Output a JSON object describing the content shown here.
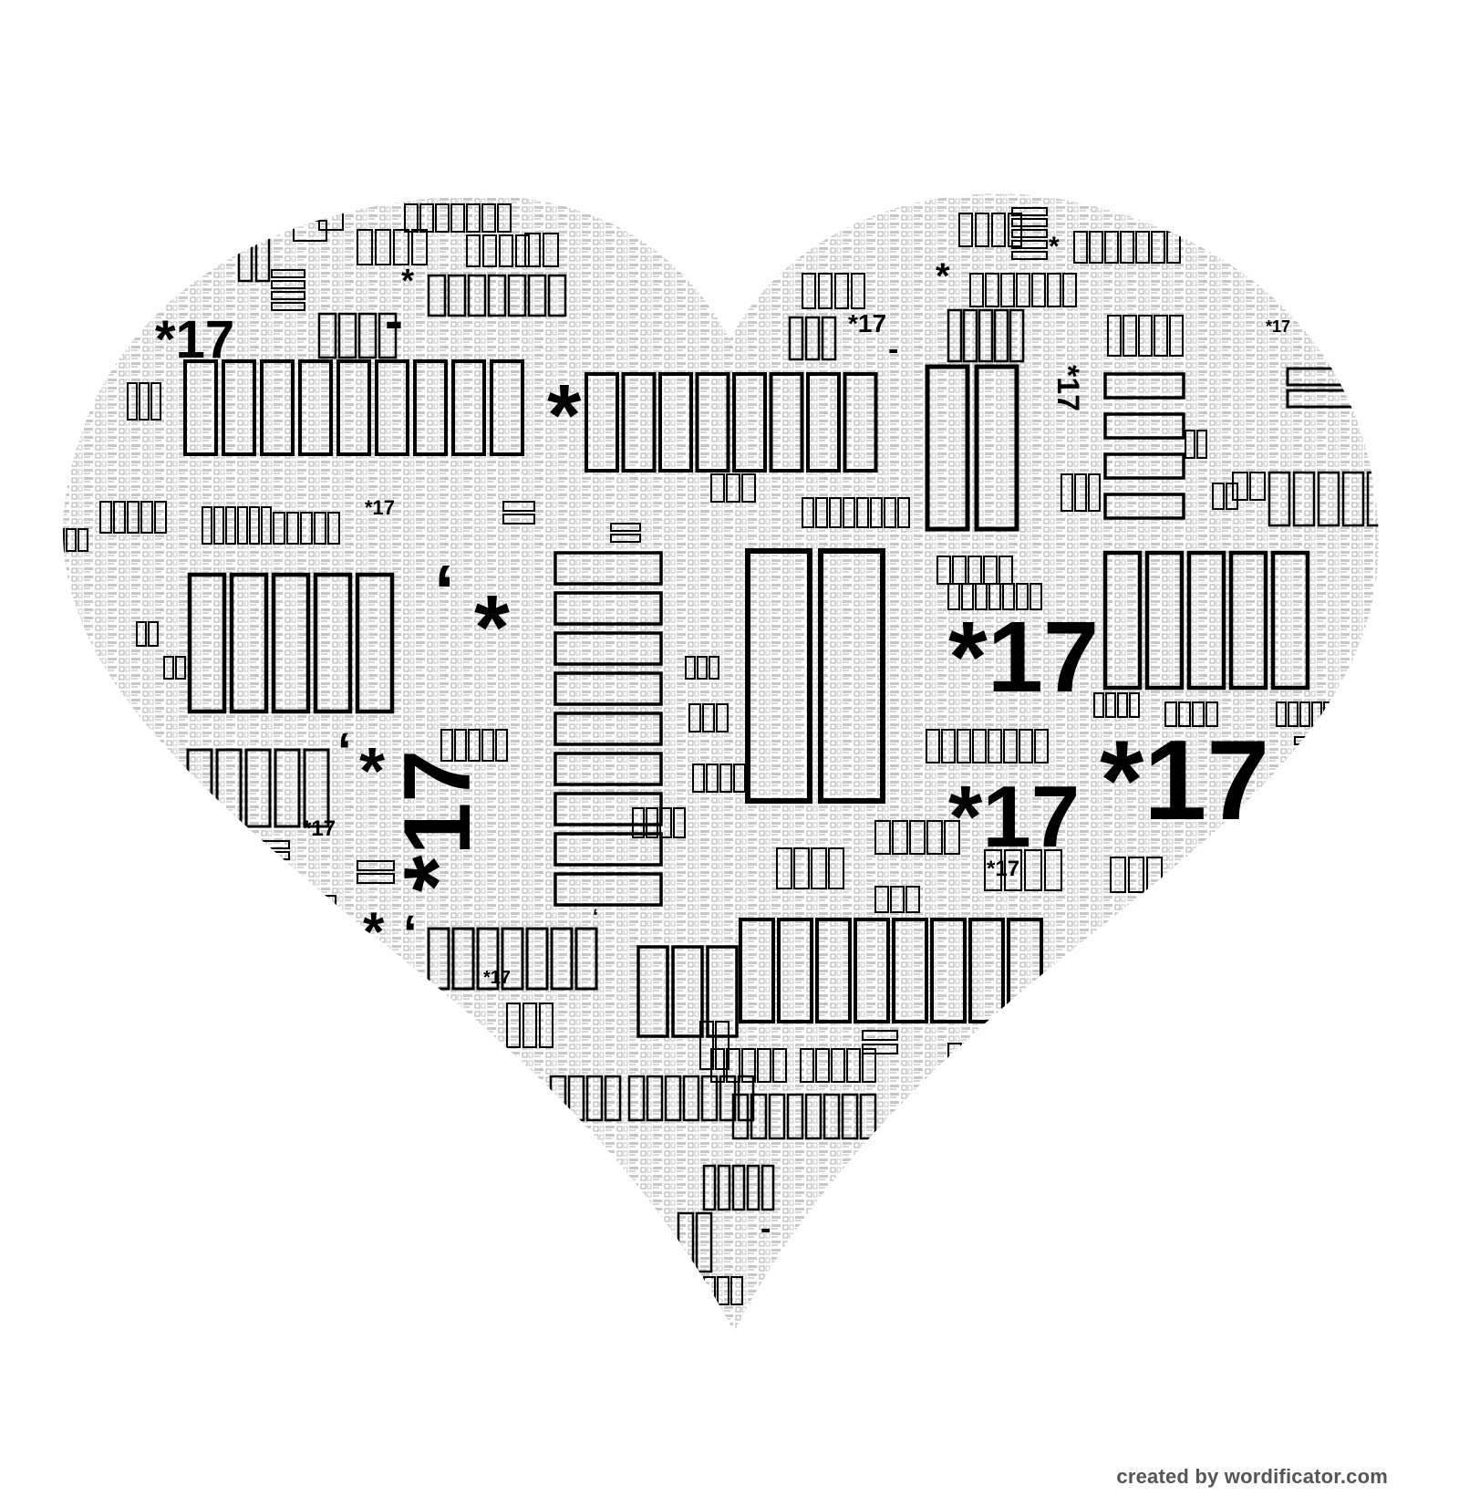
{
  "footer": {
    "credit": "created by wordificator.com"
  },
  "word_cloud": {
    "shape": "heart",
    "glyphs": {
      "star": "*",
      "seventeen": "*17",
      "quote": "‘",
      "dash": "-"
    },
    "colors": {
      "ink": "#000000",
      "fine": "#8a8a8a",
      "background": "#ffffff"
    }
  }
}
